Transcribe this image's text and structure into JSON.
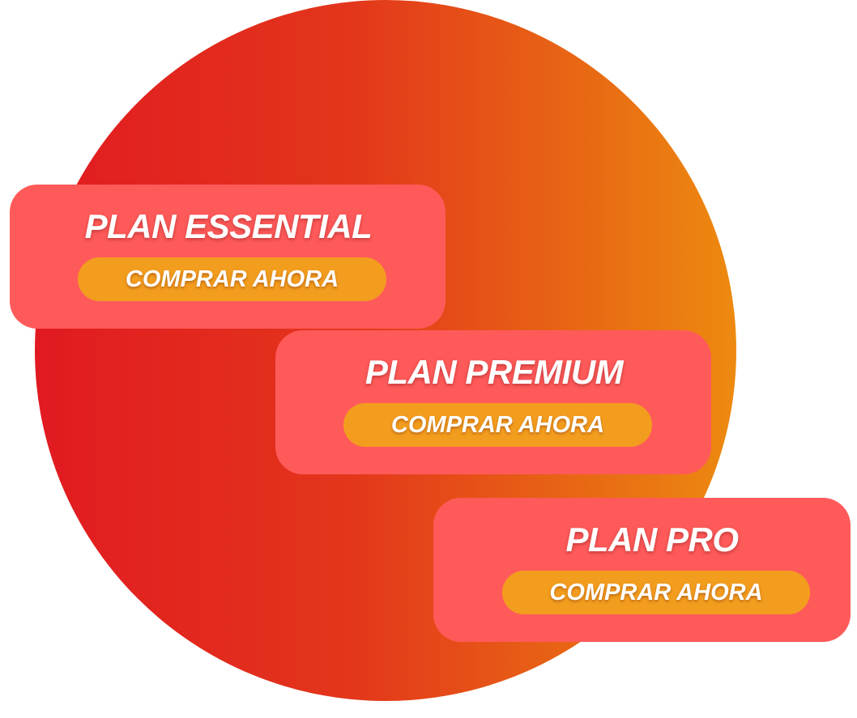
{
  "plans": [
    {
      "title": "PLAN ESSENTIAL",
      "button_label": "COMPRAR AHORA"
    },
    {
      "title": "PLAN PREMIUM",
      "button_label": "COMPRAR AHORA"
    },
    {
      "title": "PLAN PRO",
      "button_label": "COMPRAR AHORA"
    }
  ],
  "colors": {
    "circle_gradient_start": "#e11a21",
    "circle_gradient_end": "#ed8a10",
    "card_background": "#ff5a5a",
    "button_background": "#f39d1e",
    "text": "#ffffff"
  }
}
